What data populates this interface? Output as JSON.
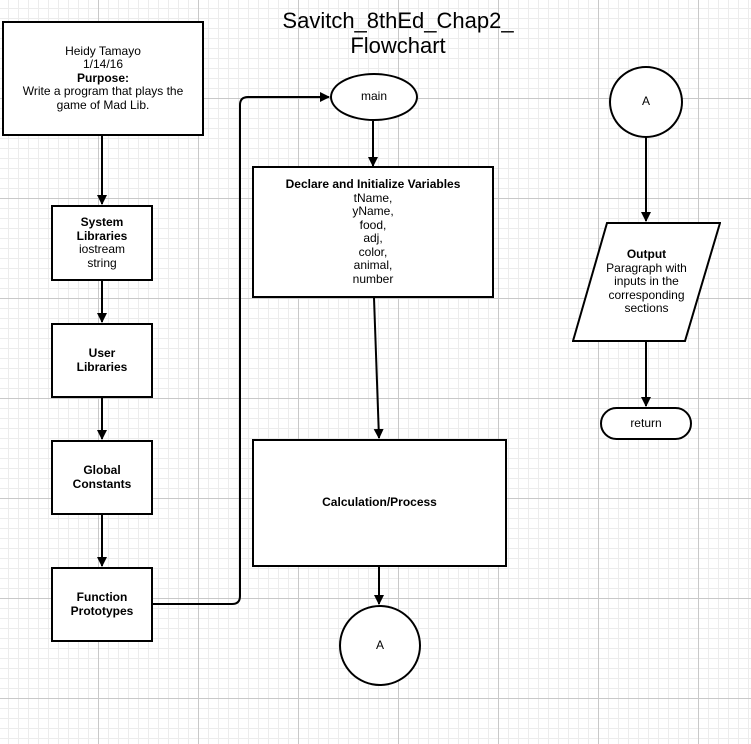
{
  "title": {
    "line1": "Savitch_8thEd_Chap2_",
    "line2": "Flowchart"
  },
  "header_box": {
    "author": "Heidy Tamayo",
    "date": "1/14/16",
    "purpose_label": "Purpose:",
    "purpose_line1": "Write a program that plays the",
    "purpose_line2": "game of Mad Lib."
  },
  "system_libraries": {
    "title_line1": "System",
    "title_line2": "Libraries",
    "items": [
      "iostream",
      "string"
    ]
  },
  "user_libraries": {
    "title_line1": "User",
    "title_line2": "Libraries"
  },
  "global_constants": {
    "title_line1": "Global",
    "title_line2": "Constants"
  },
  "function_prototypes": {
    "title_line1": "Function",
    "title_line2": "Prototypes"
  },
  "main_terminal": {
    "label": "main"
  },
  "declare_box": {
    "title": "Declare and Initialize Variables",
    "variables": [
      "tName,",
      "yName,",
      "food,",
      "adj,",
      "color,",
      "animal,",
      "number"
    ]
  },
  "calculation_box": {
    "label": "Calculation/Process"
  },
  "connector_bottom": {
    "label": "A"
  },
  "connector_top": {
    "label": "A"
  },
  "output_box": {
    "title": "Output",
    "lines": [
      "Paragraph with",
      "inputs in the",
      "corresponding",
      "sections"
    ]
  },
  "return_terminal": {
    "label": "return"
  },
  "colors": {
    "stroke": "#000000",
    "fill": "#ffffff",
    "grid_major": "#c9c9c9",
    "grid_minor": "#ececec"
  }
}
